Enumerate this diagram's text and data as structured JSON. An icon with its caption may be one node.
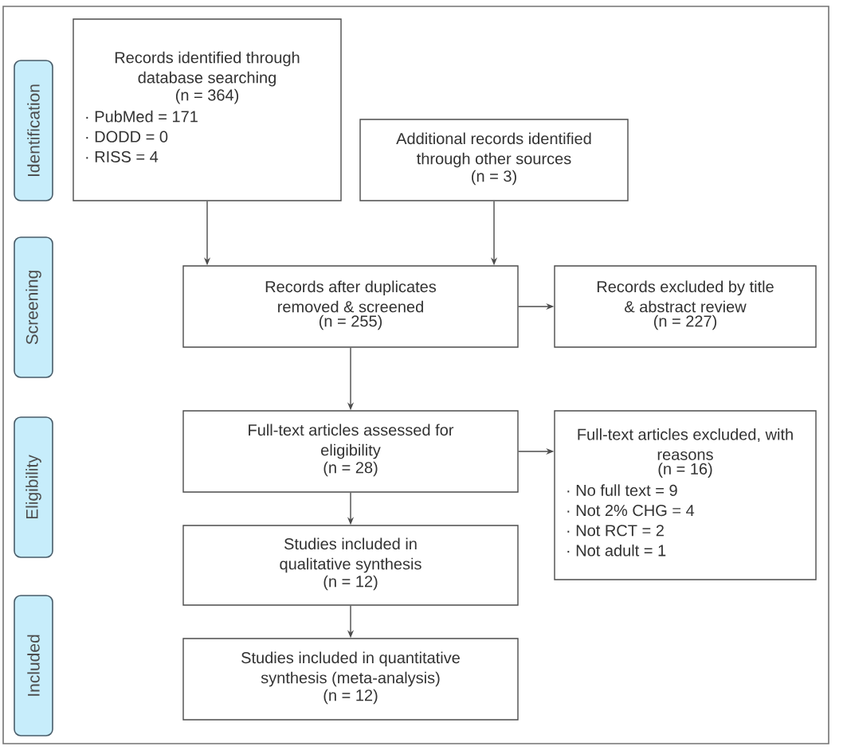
{
  "diagram": {
    "nodes": [
      {
        "text": [
          "Identification"
        ]
      },
      {
        "text": [
          "Screening"
        ]
      },
      {
        "text": [
          "Eligibility"
        ]
      },
      {
        "text": [
          "Included"
        ]
      },
      {
        "text": [
          "Records identified through database searching",
          "(n = 364)",
          "· PubMed = 171",
          "· DODD = 0",
          "· RISS = 4"
        ]
      },
      {
        "text": [
          "Additional records identified through other sources",
          "(n = 3)"
        ]
      },
      {
        "text": [
          "Records after duplicates removed & screened",
          "(n = 255)"
        ]
      },
      {
        "text": [
          "Records excluded by title & abstract review",
          "(n = 227)"
        ]
      },
      {
        "text": [
          "Full-text articles assessed for eligibility",
          "(n = 28)"
        ]
      },
      {
        "text": [
          "Full-text articles excluded, with reasons",
          "(n = 16)",
          "· No full text = 9",
          "· Not 2% CHG = 4",
          "· Not RCT = 2",
          "· Not adult = 1"
        ]
      },
      {
        "text": [
          "Studies included in qualitative synthesis",
          "(n = 12)"
        ]
      },
      {
        "text": [
          "Studies included in quantitative synthesis (meta-analysis)",
          "(n = 12)"
        ]
      }
    ],
    "edges": [
      {
        "from": 4,
        "to": 6,
        "arrow": "to"
      },
      {
        "from": 5,
        "to": 6,
        "arrow": "to"
      },
      {
        "from": 6,
        "to": 7,
        "arrow": "to"
      },
      {
        "from": 6,
        "to": 8,
        "arrow": "to"
      },
      {
        "from": 8,
        "to": 9,
        "arrow": "to"
      },
      {
        "from": 8,
        "to": 10,
        "arrow": "to"
      },
      {
        "from": 10,
        "to": 11,
        "arrow": "to"
      }
    ]
  }
}
